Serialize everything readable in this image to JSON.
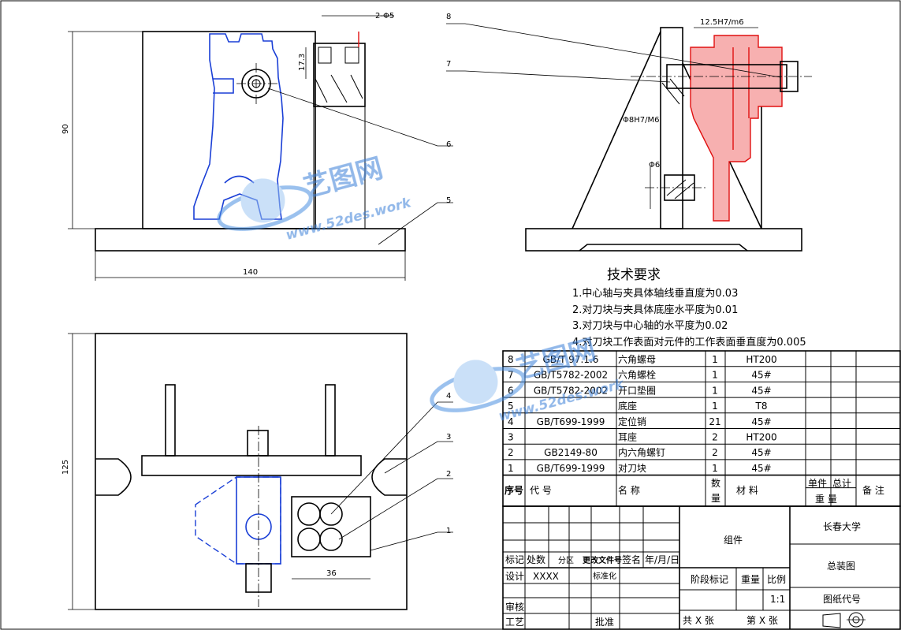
{
  "dimensions": {
    "top_left_height": "90",
    "top_left_width": "140",
    "bore_spacing": "2-Φ5",
    "bore_depth": "17.3",
    "shaft_fit": "12.5H7/m6",
    "pin_fit": "Φ8H7/M6",
    "small_bore": "Φ6",
    "bottom_height": "125",
    "bottom_width": "36"
  },
  "balloons": [
    "8",
    "7",
    "6",
    "5",
    "4",
    "3",
    "2",
    "1"
  ],
  "tech_requirements": {
    "title": "技术要求",
    "items": [
      "1.中心轴与夹具体轴线垂直度为0.03",
      "2.对刀块与夹具体底座水平度为0.01",
      "3.对刀块与中心轴的水平度为0.02",
      "4.对刀块工作表面对元件的工作表面垂直度为0.005"
    ]
  },
  "bom": {
    "rows": [
      {
        "no": "8",
        "code": "GB/T 97.1.6",
        "name": "六角螺母",
        "qty": "1",
        "material": "HT200"
      },
      {
        "no": "7",
        "code": "GB/T5782-2002",
        "name": "六角螺栓",
        "qty": "1",
        "material": "45#"
      },
      {
        "no": "6",
        "code": "GB/T5782-2002",
        "name": "开口垫圈",
        "qty": "1",
        "material": "45#"
      },
      {
        "no": "5",
        "code": "",
        "name": "底座",
        "qty": "1",
        "material": "T8"
      },
      {
        "no": "4",
        "code": "GB/T699-1999",
        "name": "定位销",
        "qty": "21",
        "material": "45#"
      },
      {
        "no": "3",
        "code": "",
        "name": "耳座",
        "qty": "2",
        "material": "HT200"
      },
      {
        "no": "2",
        "code": "GB2149-80",
        "name": "内六角螺钉",
        "qty": "2",
        "material": "45#"
      },
      {
        "no": "1",
        "code": "GB/T699-1999",
        "name": "对刀块",
        "qty": "1",
        "material": "45#"
      }
    ],
    "header": {
      "no": "序号",
      "code": "代  号",
      "name": "名  称",
      "qty_1": "数",
      "qty_2": "量",
      "material": "材  料",
      "weight_unit": "单件",
      "weight_total": "总计",
      "weight": "重  量",
      "remark": "备  注"
    }
  },
  "title_block": {
    "mark": "标记",
    "count": "处数",
    "zone": "分区",
    "change_doc": "更改文件号",
    "sign": "签名",
    "date": "年/月/日",
    "design": "设计",
    "designer": "XXXX",
    "standardize": "标准化",
    "check": "审核",
    "process": "工艺",
    "approve": "批准",
    "assembly": "组件",
    "stage_mark": "阶段标记",
    "weight": "重量",
    "scale": "比例",
    "scale_value": "1:1",
    "sheets": "共 X 张",
    "sheet_no": "第 X 张",
    "school": "长春大学",
    "drawing_name": "总装图",
    "drawing_code": "图纸代号"
  },
  "watermark": {
    "brand": "艺图网",
    "url": "www.52des.work"
  }
}
